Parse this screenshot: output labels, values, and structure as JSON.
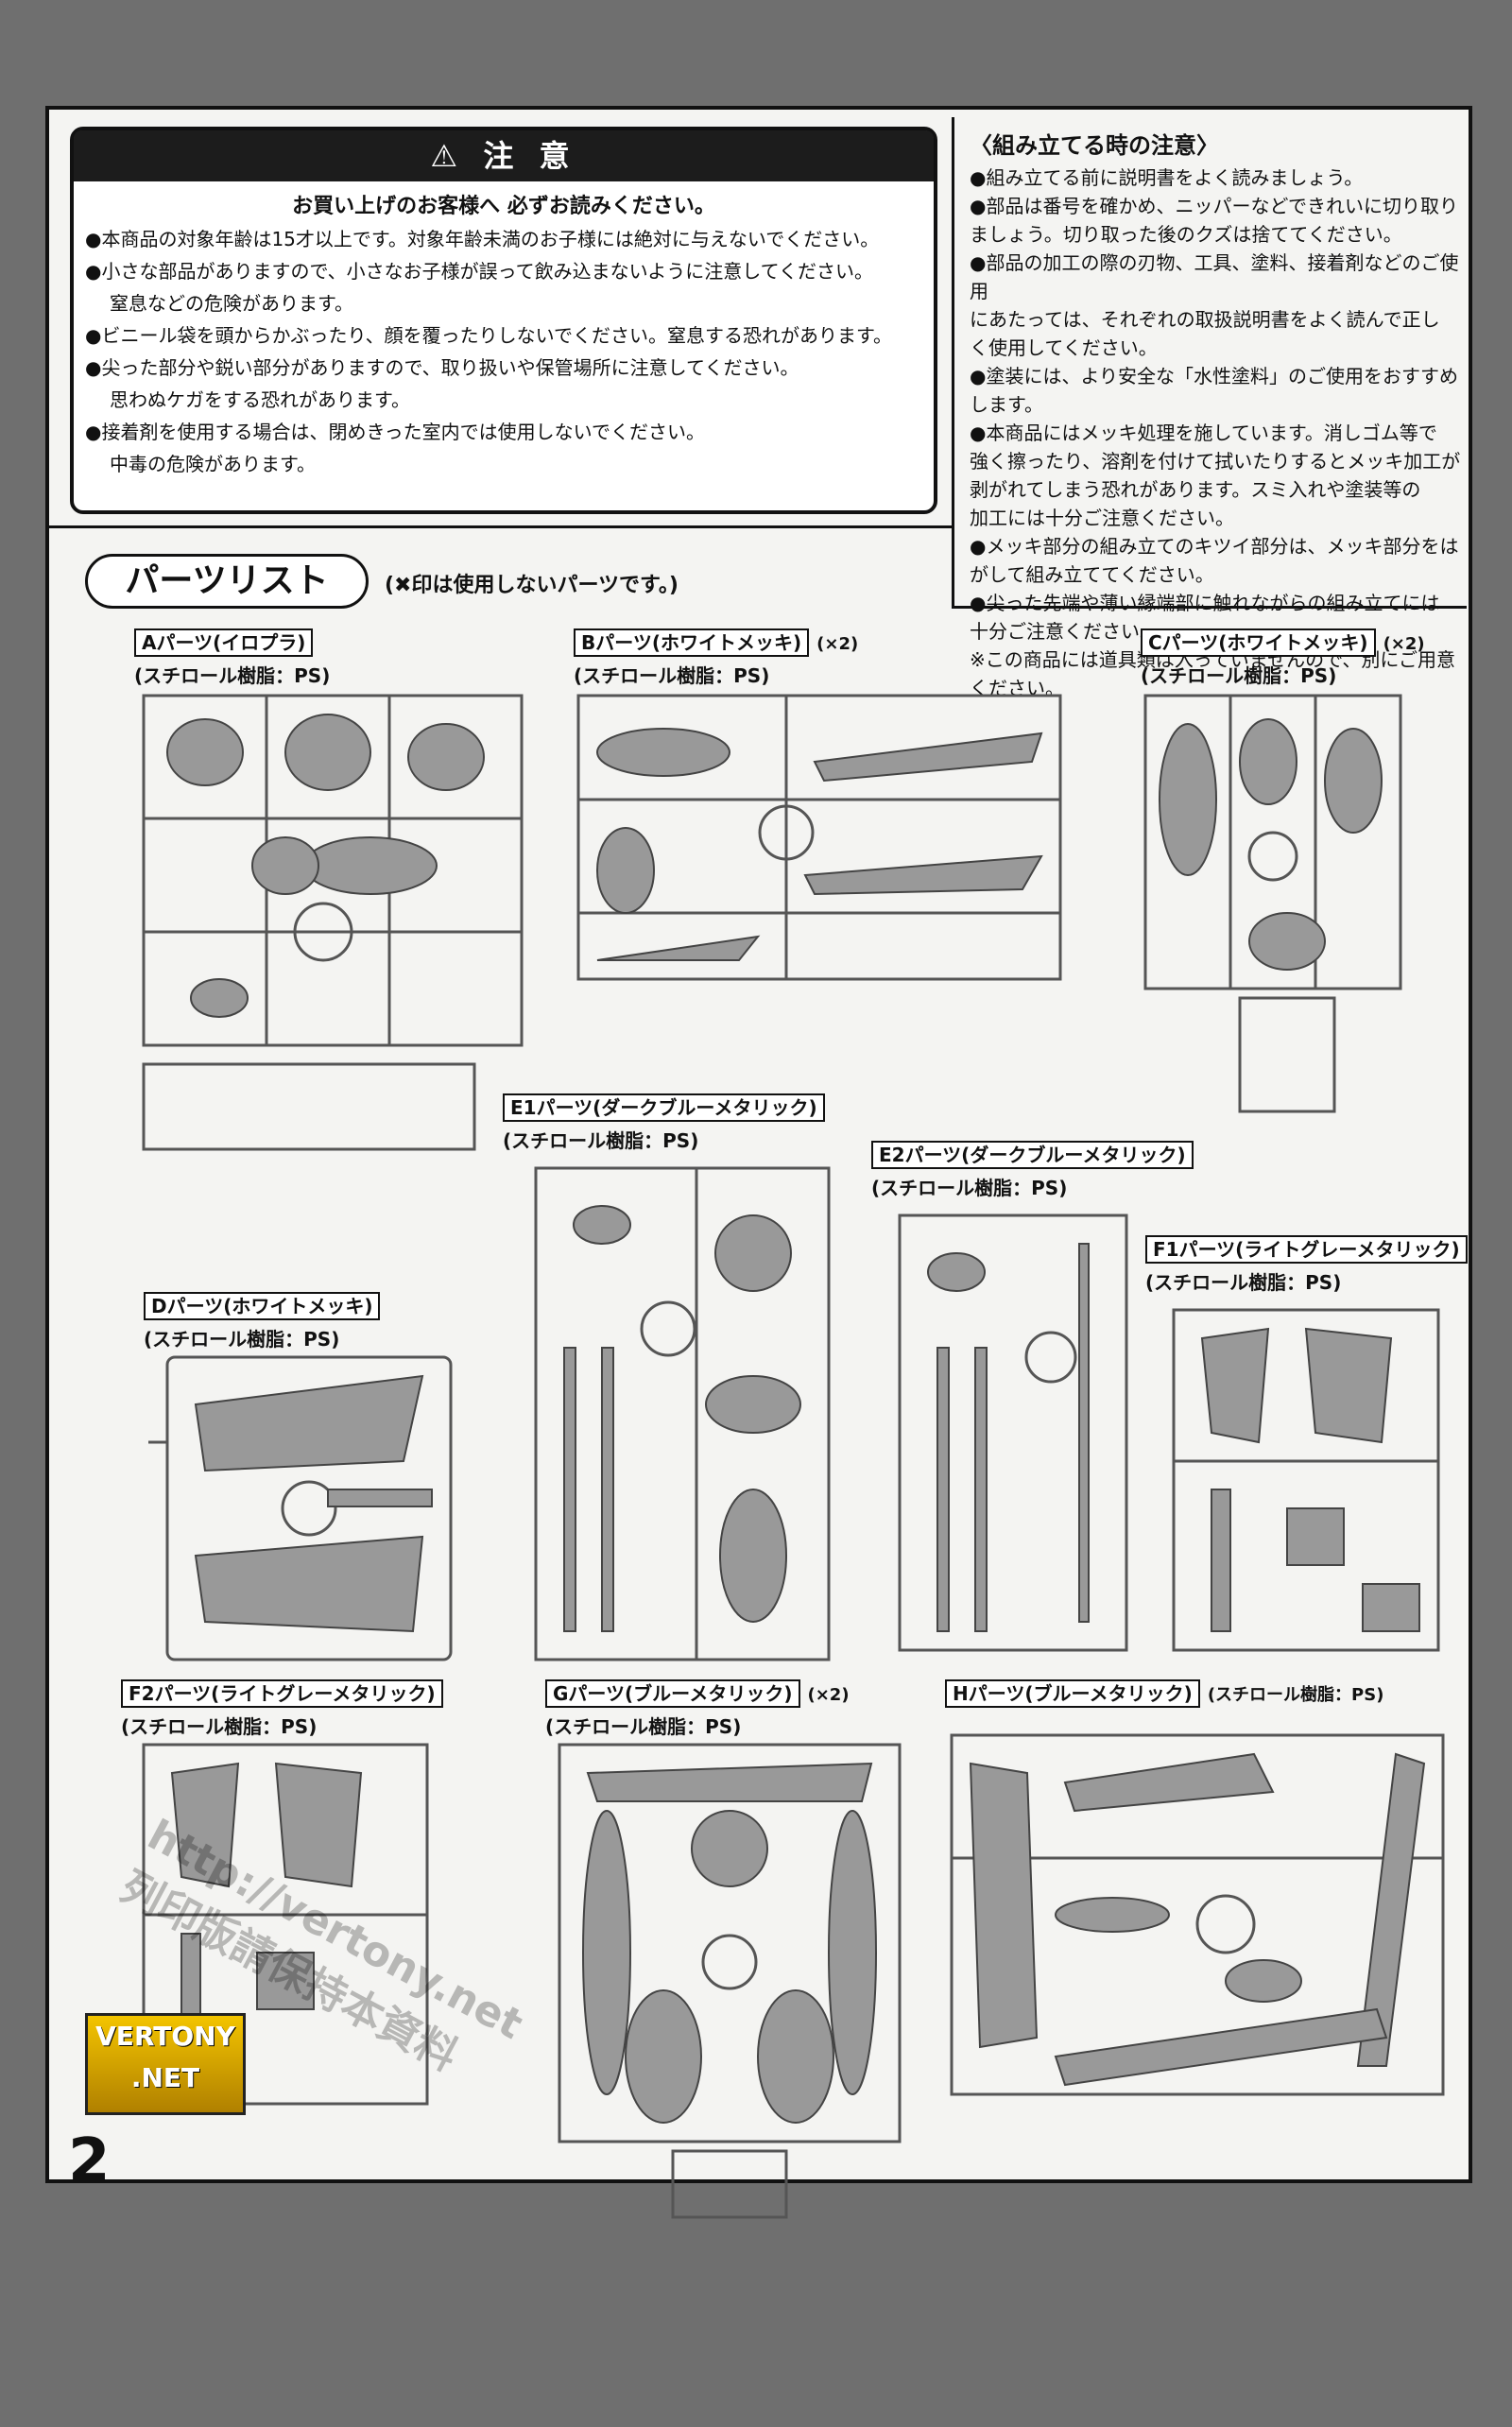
{
  "warning": {
    "heading": "⚠ 注 意",
    "subheading": "お買い上げのお客様へ 必ずお読みください。",
    "items": [
      "●本商品の対象年齢は15才以上です。対象年齢未満のお子様には絶対に与えないでください。",
      "●小さな部品がありますので、小さなお子様が誤って飲み込まないように注意してください。",
      "窒息などの危険があります。",
      "●ビニール袋を頭からかぶったり、顔を覆ったりしないでください。窒息する恐れがあります。",
      "●尖った部分や鋭い部分がありますので、取り扱いや保管場所に注意してください。",
      "思わぬケガをする恐れがあります。",
      "●接着剤を使用する場合は、閉めきった室内では使用しないでください。",
      "中毒の危険があります。"
    ]
  },
  "assembly_notes": {
    "title": "〈組み立てる時の注意〉",
    "items": [
      "●組み立てる前に説明書をよく読みましょう。",
      "●部品は番号を確かめ、ニッパーなどできれいに切り取り\n  ましょう。切り取った後のクズは捨ててください。",
      "●部品の加工の際の刃物、工具、塗料、接着剤などのご使用\n  にあたっては、それぞれの取扱説明書をよく読んで正し\n  く使用してください。",
      "●塗装には、より安全な「水性塗料」のご使用をおすすめします。",
      "●本商品にはメッキ処理を施しています。消しゴム等で\n  強く擦ったり、溶剤を付けて拭いたりするとメッキ加工が\n  剥がれてしまう恐れがあります。スミ入れや塗装等の\n  加工には十分ご注意ください。",
      "●メッキ部分の組み立てのキツイ部分は、メッキ部分をは\n  がして組み立ててください。",
      "●尖った先端や薄い縁端部に触れながらの組み立てには\n  十分ご注意ください。",
      "※この商品には道具類は入っていませんので、別にご用意\n  ください。"
    ]
  },
  "parts_list": {
    "title": "パーツリスト",
    "note": "(✖印は使用しないパーツです。)",
    "material": "(スチロール樹脂：PS)",
    "parts": [
      {
        "name": "Aパーツ(イロプラ)",
        "count": ""
      },
      {
        "name": "Bパーツ(ホワイトメッキ)",
        "count": "(×2)"
      },
      {
        "name": "Cパーツ(ホワイトメッキ)",
        "count": "(×2)"
      },
      {
        "name": "E1パーツ(ダークブルーメタリック)",
        "count": ""
      },
      {
        "name": "E2パーツ(ダークブルーメタリック)",
        "count": ""
      },
      {
        "name": "Dパーツ(ホワイトメッキ)",
        "count": ""
      },
      {
        "name": "F1パーツ(ライトグレーメタリック)",
        "count": ""
      },
      {
        "name": "F2パーツ(ライトグレーメタリック)",
        "count": ""
      },
      {
        "name": "Gパーツ(ブルーメタリック)",
        "count": "(×2)"
      },
      {
        "name": "Hパーツ(ブルーメタリック)",
        "count": ""
      }
    ]
  },
  "page_number": "2",
  "logo": {
    "line1": "VERTONY",
    "line2": ".NET"
  },
  "watermark": {
    "line1": "http://vertony.net",
    "line2": "列印版請保持本資料"
  }
}
